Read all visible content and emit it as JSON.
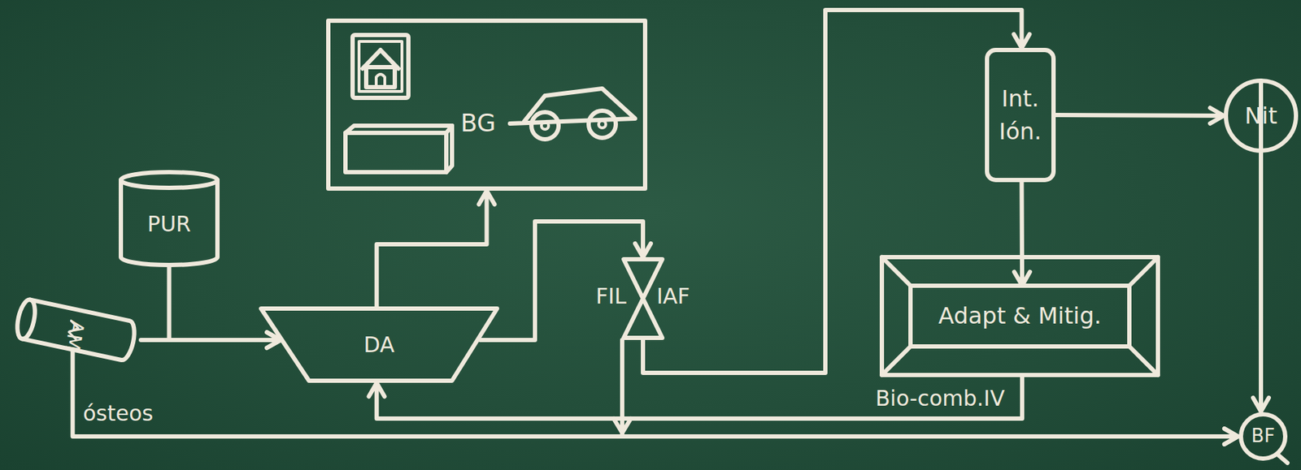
{
  "diagram": {
    "nodes": [
      {
        "text": [
          "BG"
        ]
      },
      {
        "text": [
          "Int. Ión."
        ]
      },
      {
        "text": [
          "Nit"
        ]
      },
      {
        "text": [
          "PUR"
        ]
      },
      {
        "text": [
          "FIL",
          "IAF"
        ]
      },
      {
        "text": [
          "Adapt & Mitig."
        ]
      },
      {
        "text": [
          "AM"
        ]
      },
      {
        "text": [
          "DA"
        ]
      },
      {
        "text": [
          "BF"
        ]
      }
    ],
    "edges": [
      {
        "from": 3,
        "to": 7,
        "arrow": "to"
      },
      {
        "from": 6,
        "to": 7,
        "arrow": "to"
      },
      {
        "from": 7,
        "to": 0,
        "arrow": "to"
      },
      {
        "from": 7,
        "to": 4,
        "arrow": "to"
      },
      {
        "from": 4,
        "to": 1,
        "arrow": "to"
      },
      {
        "from": 4,
        "to": 8,
        "arrow": "to"
      },
      {
        "from": 6,
        "to": 8,
        "label": "ósteos",
        "arrow": "to"
      },
      {
        "from": 1,
        "to": 2,
        "arrow": "to"
      },
      {
        "from": 1,
        "to": 5,
        "arrow": "to"
      },
      {
        "from": 2,
        "to": 8,
        "arrow": "to"
      },
      {
        "from": 5,
        "to": 7,
        "label": "Bio-comb.IV",
        "arrow": "to"
      }
    ]
  }
}
